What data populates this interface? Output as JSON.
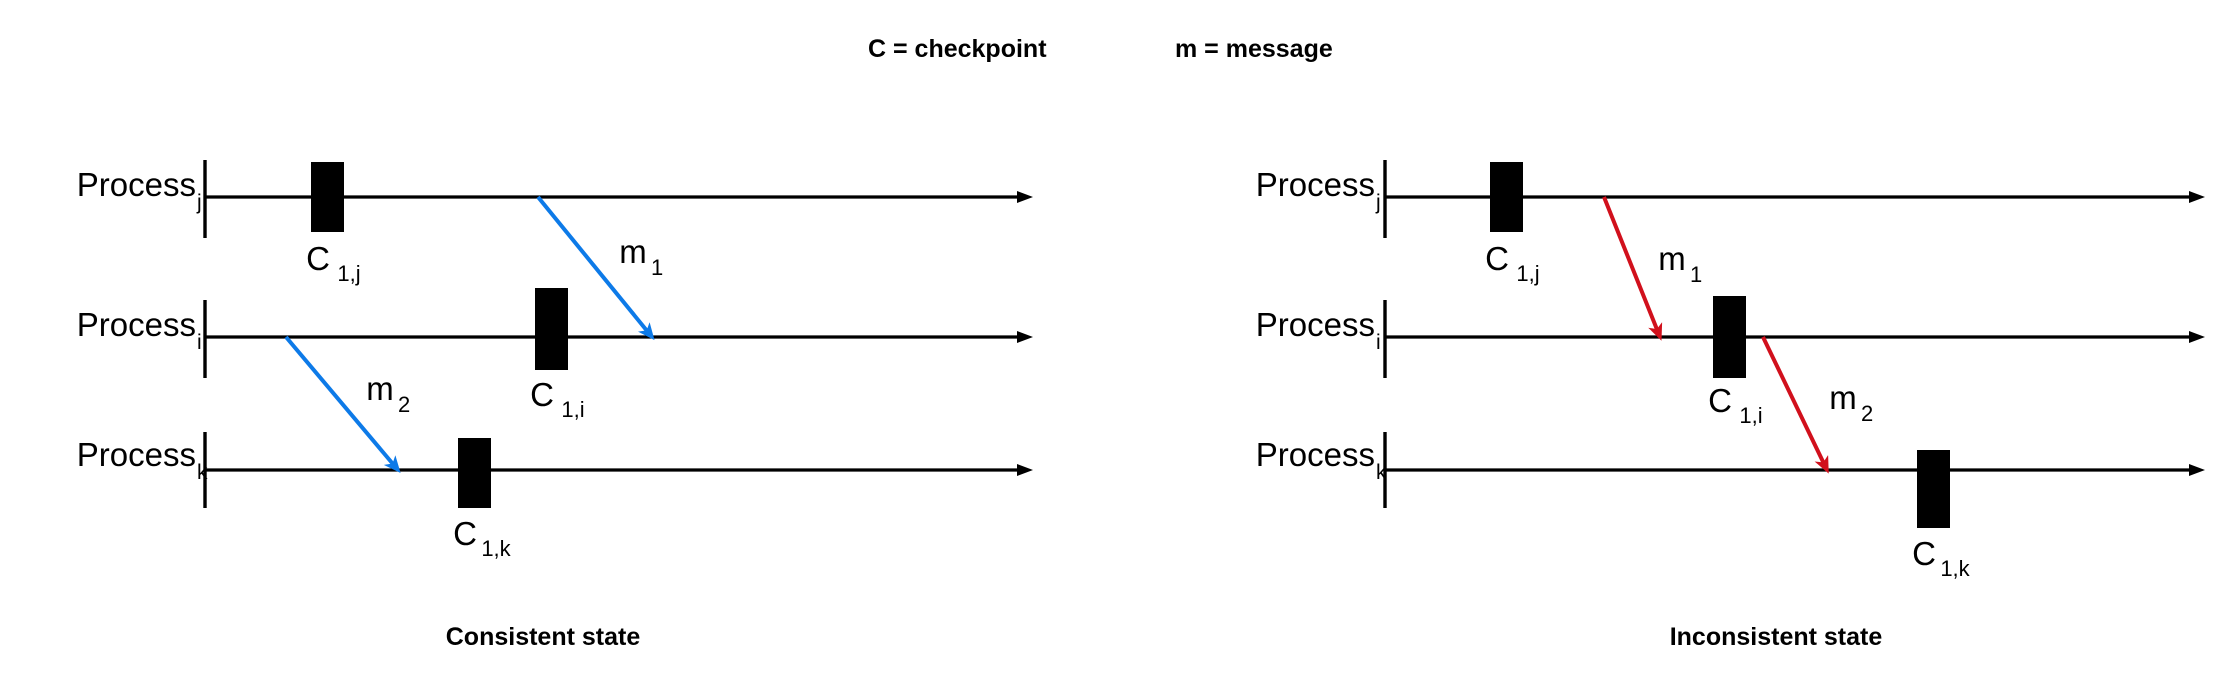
{
  "legend": {
    "checkpoint": "C = checkpoint",
    "message": "m = message"
  },
  "colors": {
    "consistent_message_arrow": "#0d7ae8",
    "inconsistent_message_arrow": "#d1101c",
    "timeline": "#000000",
    "checkpoint_bar": "#000000",
    "background": "#ffffff"
  },
  "diagrams": [
    {
      "id": "consistent",
      "caption": "Consistent state",
      "arrow_color": "#0d7ae8",
      "processes": [
        {
          "name": "Process",
          "subscript": "j"
        },
        {
          "name": "Process",
          "subscript": "i"
        },
        {
          "name": "Process",
          "subscript": "k"
        }
      ],
      "checkpoints": [
        {
          "label": "C",
          "subscript": "1,j",
          "process": "j"
        },
        {
          "label": "C",
          "subscript": "1,i",
          "process": "i"
        },
        {
          "label": "C",
          "subscript": "1,k",
          "process": "k"
        }
      ],
      "messages": [
        {
          "label": "m",
          "subscript": "1",
          "from": "j",
          "to": "i"
        },
        {
          "label": "m",
          "subscript": "2",
          "from": "i",
          "to": "k"
        }
      ]
    },
    {
      "id": "inconsistent",
      "caption": "Inconsistent state",
      "arrow_color": "#d1101c",
      "processes": [
        {
          "name": "Process",
          "subscript": "j"
        },
        {
          "name": "Process",
          "subscript": "i"
        },
        {
          "name": "Process",
          "subscript": "k"
        }
      ],
      "checkpoints": [
        {
          "label": "C",
          "subscript": "1,j",
          "process": "j"
        },
        {
          "label": "C",
          "subscript": "1,i",
          "process": "i"
        },
        {
          "label": "C",
          "subscript": "1,k",
          "process": "k"
        }
      ],
      "messages": [
        {
          "label": "m",
          "subscript": "1",
          "from": "j",
          "to": "i"
        },
        {
          "label": "m",
          "subscript": "2",
          "from": "i",
          "to": "k"
        }
      ]
    }
  ]
}
